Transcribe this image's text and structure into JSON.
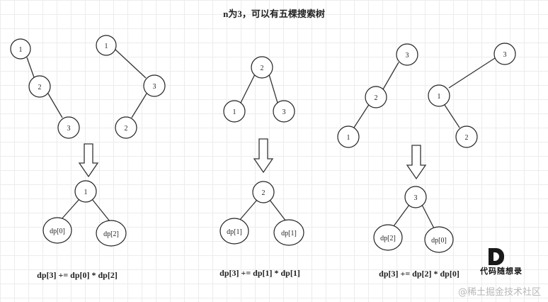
{
  "title": "n为3，可以有五棵搜索树",
  "trees": {
    "t1": [
      "1",
      "2",
      "3"
    ],
    "t2": [
      "1",
      "3",
      "2"
    ],
    "t3": [
      "2",
      "1",
      "3"
    ],
    "t4": [
      "3",
      "2",
      "1"
    ],
    "t5": [
      "3",
      "1",
      "2"
    ]
  },
  "results": [
    {
      "root": "1",
      "left": "dp[0]",
      "right": "dp[2]",
      "formula": "dp[3] += dp[0] * dp[2]"
    },
    {
      "root": "2",
      "left": "dp[1]",
      "right": "dp[1]",
      "formula": "dp[3] += dp[1] * dp[1]"
    },
    {
      "root": "3",
      "left": "dp[2]",
      "right": "dp[0]",
      "formula": "dp[3] += dp[2] * dp[0]"
    }
  ],
  "brand": {
    "name": "代码随想录",
    "logo_icon": "logo-d-icon"
  },
  "watermark": "@稀土掘金技术社区"
}
